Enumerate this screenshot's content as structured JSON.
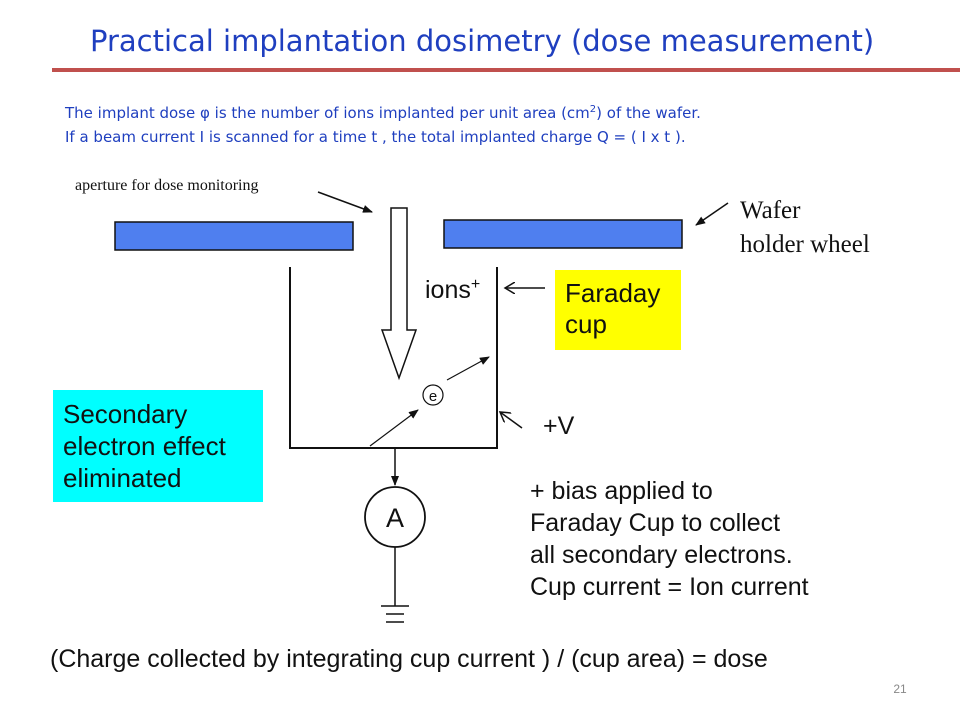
{
  "title": "Practical implantation dosimetry (dose measurement)",
  "intro": {
    "line1_pre": "The implant dose ",
    "phi_symbol": "φ",
    "line1_mid": " is the number of ions implanted per unit area (cm",
    "line1_sup": "2",
    "line1_post": ")  of the wafer.",
    "line2": "If a beam current I is scanned for a time t , the total implanted charge Q = ( I x t )."
  },
  "diagram": {
    "aperture_label": "aperture for dose monitoring",
    "wafer_label_line1": "Wafer",
    "wafer_label_line2": "holder wheel",
    "ions_label": "ions",
    "ions_sup": "+",
    "electron_label": "e",
    "voltage_label": "+V",
    "ammeter_label": "A",
    "faraday_line1": "Faraday",
    "faraday_line2": "cup",
    "secondary_line1": "Secondary",
    "secondary_line2": "electron effect",
    "secondary_line3": "eliminated",
    "bias_line1": "+ bias applied to",
    "bias_line2": "Faraday Cup to collect",
    "bias_line3": "all secondary electrons.",
    "bias_line4": "Cup current = Ion current",
    "bottom_equation": "(Charge collected by integrating cup current ) / (cup area) = dose"
  },
  "slide_number": "21",
  "colors": {
    "title": "#1f3fbf",
    "title_rule": "#c0504d",
    "wafer_fill": "#4f7fef",
    "faraday_box": "#ffff00",
    "secondary_box": "#00ffff"
  }
}
